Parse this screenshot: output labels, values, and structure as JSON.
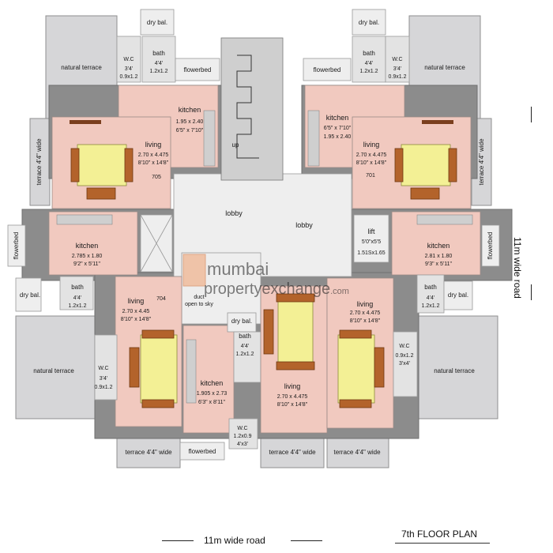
{
  "title": "7th FLOOR PLAN",
  "roads": {
    "bottom": "11m wide road",
    "right": "11m wide road"
  },
  "watermark": {
    "line1": "mumbai",
    "line2": "propertyexchange.com"
  },
  "labels": {
    "dry_bal": "dry bal.",
    "natural_terrace": "natural terrace",
    "flowerbed": "flowerbed",
    "terrace_wide": "terrace 4'4\" wide",
    "lobby": "lobby",
    "up": "up",
    "lift": "lift",
    "lift_dim1": "5'0\"x5'5",
    "lift_dim2": "1.51Sx1.65",
    "duct1": "duct",
    "duct2": "open to sky",
    "bath": "bath",
    "wc": "W.C",
    "kitchen": "kitchen",
    "living": "living"
  },
  "rooms": {
    "bath_tl": [
      "4'4'",
      "1.2x1.2"
    ],
    "wc_tl": [
      "3'4'",
      "0.9x1.2"
    ],
    "kitchen_tl": [
      "1.95 x 2.40",
      "6'5\" x 7'10\""
    ],
    "living_tl": [
      "2.70 x 4.475",
      "8'10\" x 14'8\""
    ],
    "bath_tr": [
      "4'4'",
      "1.2x1.2"
    ],
    "wc_tr": [
      "3'4'",
      "0.9x1.2"
    ],
    "kitchen_tr": [
      "6'5\" x 7'10\"",
      "1.95 x 2.40"
    ],
    "living_tr": [
      "2.70 x 4.475",
      "8'10\" x 14'8\""
    ],
    "kitchen_ml": [
      "2.785 x 1.80",
      "9'2\" x 5'11\""
    ],
    "kitchen_mr": [
      "2.81 x 1.80",
      "9'3\" x 5'11\""
    ],
    "bath_ml": [
      "4'4'",
      "1.2x1.2"
    ],
    "bath_mr": [
      "4'4'",
      "1.2x1.2"
    ],
    "living_bl": [
      "2.70 x 4.45",
      "8'10\" x 14'8\""
    ],
    "wc_bl": [
      "3'4'",
      "0.9x1.2"
    ],
    "kitchen_bc": [
      "1.905 x 2.73",
      "6'3\" x 8'11\""
    ],
    "bath_bc": [
      "4'4'",
      "1.2x1.2"
    ],
    "wc_bc": [
      "1.2x0.9",
      "4'x3'"
    ],
    "living_bc": [
      "2.70 x 4.475",
      "8'10\" x 14'8\""
    ],
    "living_br": [
      "2.70 x 4.475",
      "8'10\" x 14'8\""
    ],
    "wc_br": [
      "0.9x1.2",
      "3'x4'"
    ]
  },
  "flat_numbers": [
    "705",
    "701",
    "704"
  ]
}
